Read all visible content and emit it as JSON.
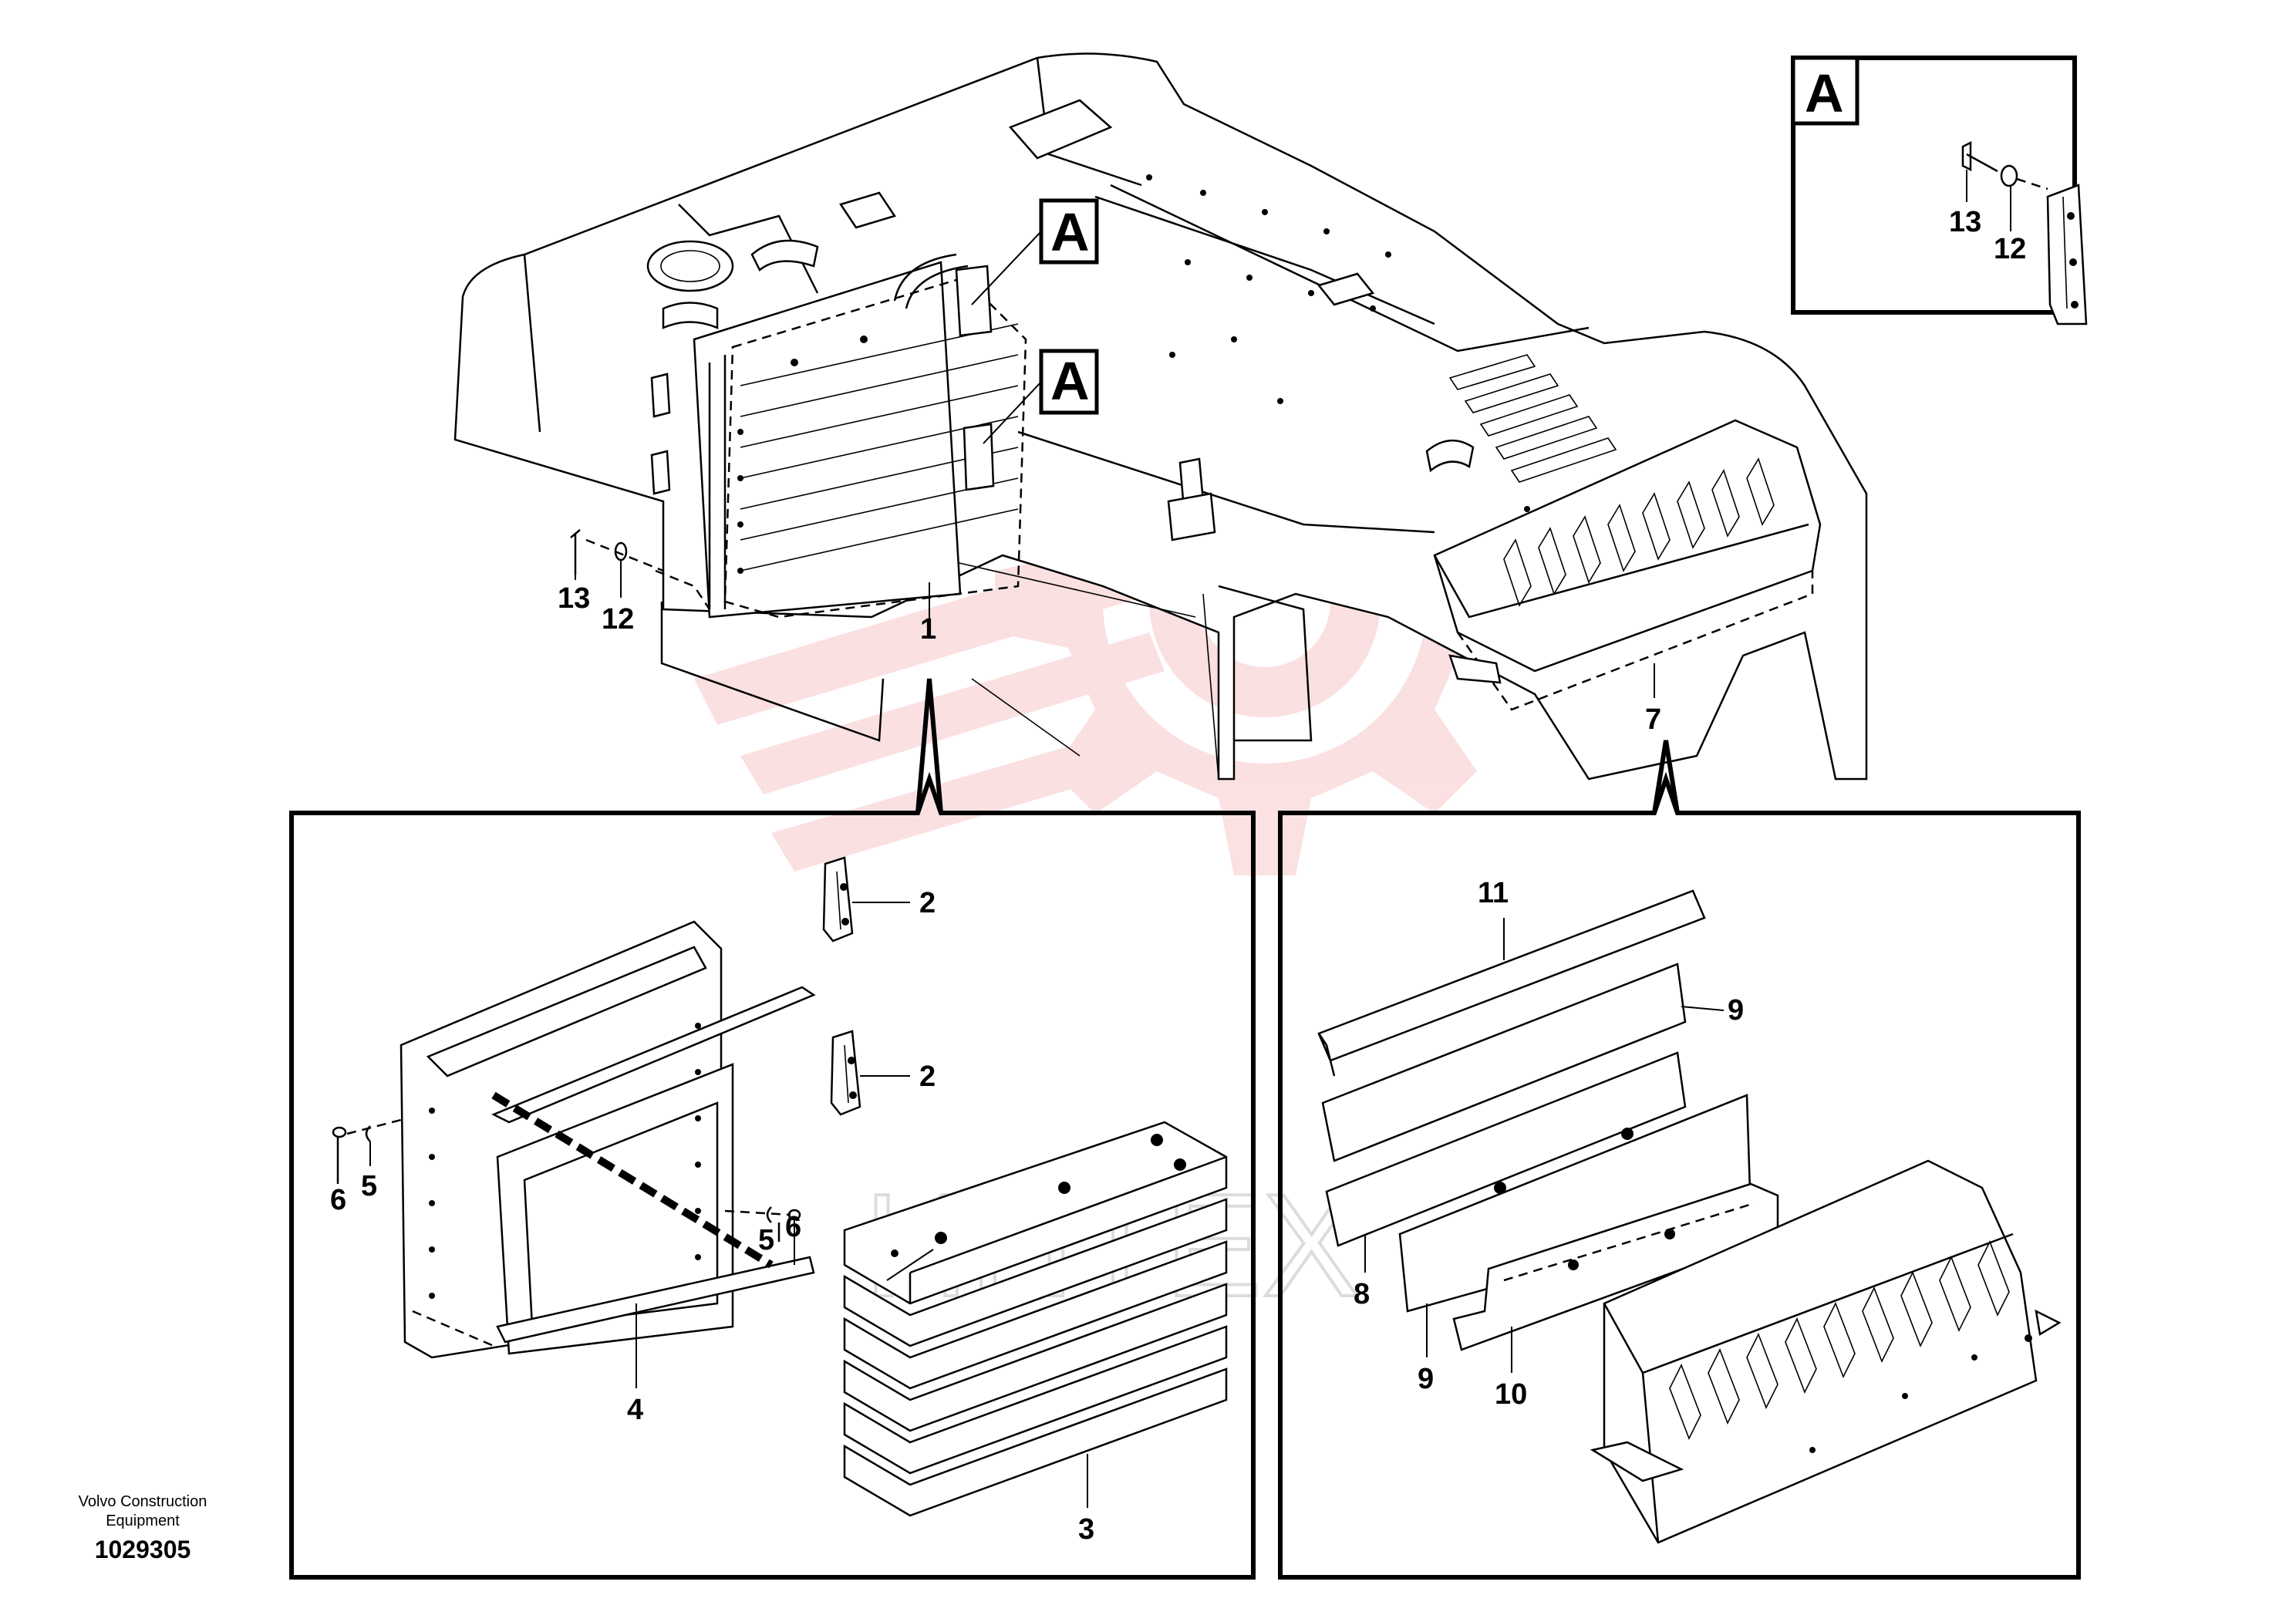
{
  "watermark": {
    "text": "ИНТЕХ",
    "color": "#f7c8c8"
  },
  "callouts": [
    {
      "letter": "A"
    },
    {
      "letter": "A"
    },
    {
      "letter": "A"
    }
  ],
  "parts": {
    "radiator_assembly": "1",
    "hinge_upper": "2",
    "hinge_lower": "2",
    "louver_stack": "3",
    "frame": "4",
    "washer_left": "5",
    "screw_left": "6",
    "washer_right": "5",
    "screw_right": "6",
    "cover_assembly": "7",
    "seal_lower": "8",
    "seal_upper": "9",
    "seal_middle": "9",
    "seal_bottom": "10",
    "seal_top": "11",
    "bolt_main": "13",
    "washer_main": "12",
    "bolt_detail": "13",
    "washer_detail": "12"
  },
  "footer": {
    "maker_line1": "Volvo Construction",
    "maker_line2": "Equipment",
    "drawing_number": "1029305"
  }
}
